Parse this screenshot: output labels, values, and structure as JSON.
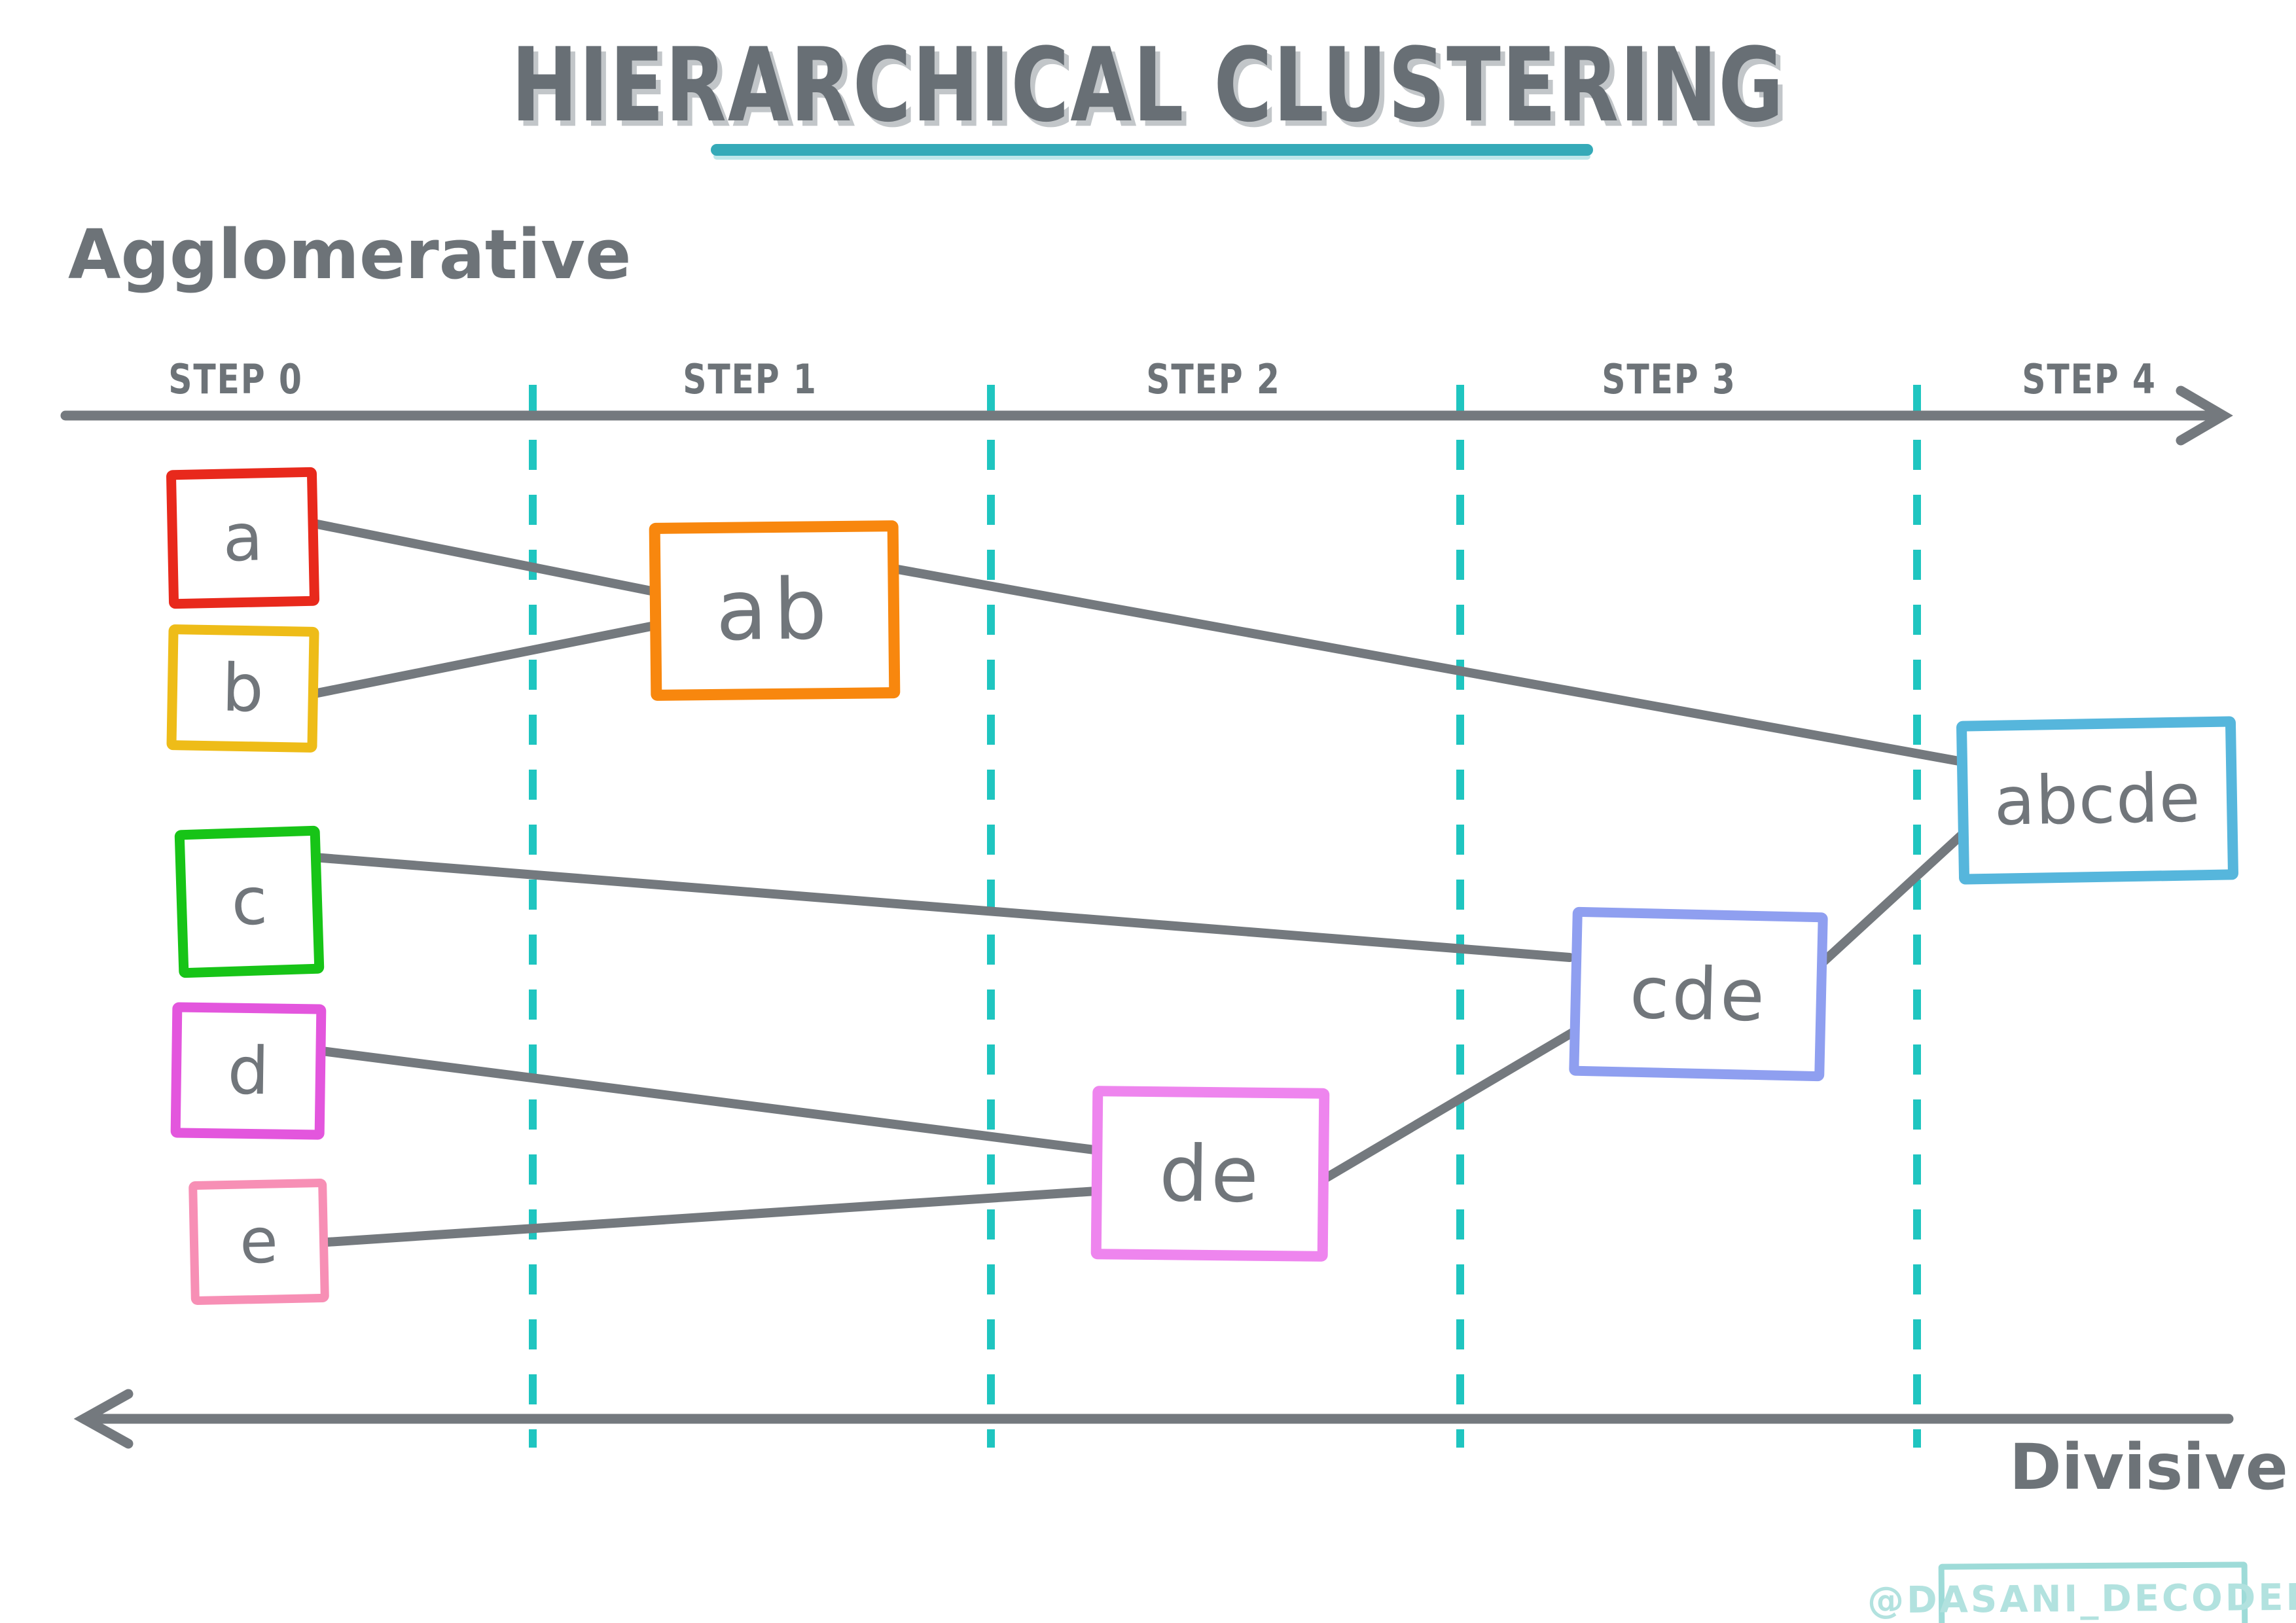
{
  "title": "HIERARCHICAL CLUSTERING",
  "labels": {
    "agglomerative": "Agglomerative",
    "divisive": "Divisive"
  },
  "timeline": {
    "steps": [
      "STEP 0",
      "STEP 1",
      "STEP 2",
      "STEP 3",
      "STEP 4"
    ],
    "direction_top": "left-to-right",
    "direction_bottom": "right-to-left"
  },
  "clusters": {
    "leaves": [
      {
        "id": "a",
        "label": "a",
        "color": "#e8291c"
      },
      {
        "id": "b",
        "label": "b",
        "color": "#eebc18"
      },
      {
        "id": "c",
        "label": "c",
        "color": "#17c417"
      },
      {
        "id": "d",
        "label": "d",
        "color": "#e356dd"
      },
      {
        "id": "e",
        "label": "e",
        "color": "#f78fb5"
      }
    ],
    "merged": [
      {
        "id": "ab",
        "label": "ab",
        "color": "#f8870e",
        "step": 1,
        "merges": [
          "a",
          "b"
        ]
      },
      {
        "id": "de",
        "label": "de",
        "color": "#ee85ee",
        "step": 2,
        "merges": [
          "d",
          "e"
        ]
      },
      {
        "id": "cde",
        "label": "cde",
        "color": "#8f9ff0",
        "step": 3,
        "merges": [
          "c",
          "de"
        ]
      },
      {
        "id": "abcde",
        "label": "abcde",
        "color": "#56b6dc",
        "step": 4,
        "merges": [
          "ab",
          "cde"
        ]
      }
    ]
  },
  "watermark": "@DASANI_DECODED",
  "colors": {
    "text_gray": "#6d7378",
    "letter_gray": "#71767b",
    "line_gray": "#74797e",
    "title_shadow": "#c2c6c9",
    "step_divider_teal": "#1fc5c0",
    "title_underline_teal": "#35aab8",
    "watermark_teal": "#9edbd8",
    "background": "#ffffff"
  }
}
